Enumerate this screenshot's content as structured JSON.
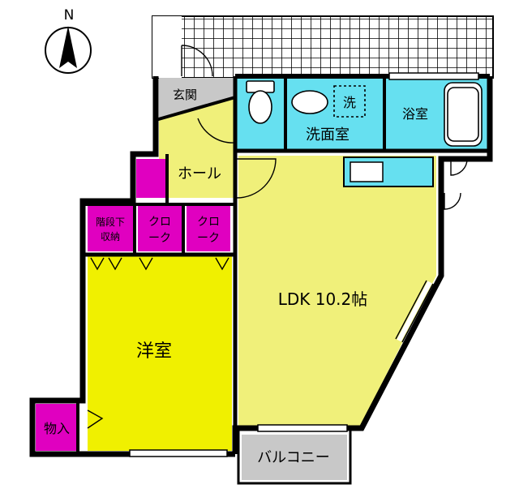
{
  "compass": {
    "north_label": "N"
  },
  "rooms": {
    "entrance": "玄関",
    "hall": "ホール",
    "washroom": "洗面室",
    "washer_mark": "洗",
    "bathroom": "浴室",
    "ldk": "LDK 10.2帖",
    "western_room": "洋室",
    "under_stair_storage_line1": "階段下",
    "under_stair_storage_line2": "収納",
    "closet_line1": "クロ",
    "closet_line2": "ーク",
    "storage": "物入",
    "balcony": "バルコニー"
  },
  "colors": {
    "wall": "#000000",
    "yellow_room": "#f0f07a",
    "western_room": "#f0f000",
    "wet_area": "#66e0f0",
    "storage": "#e000c0",
    "entrance_floor": "#c8c8c8",
    "balcony": "#c8c8c8",
    "tile": "#ffffff"
  }
}
